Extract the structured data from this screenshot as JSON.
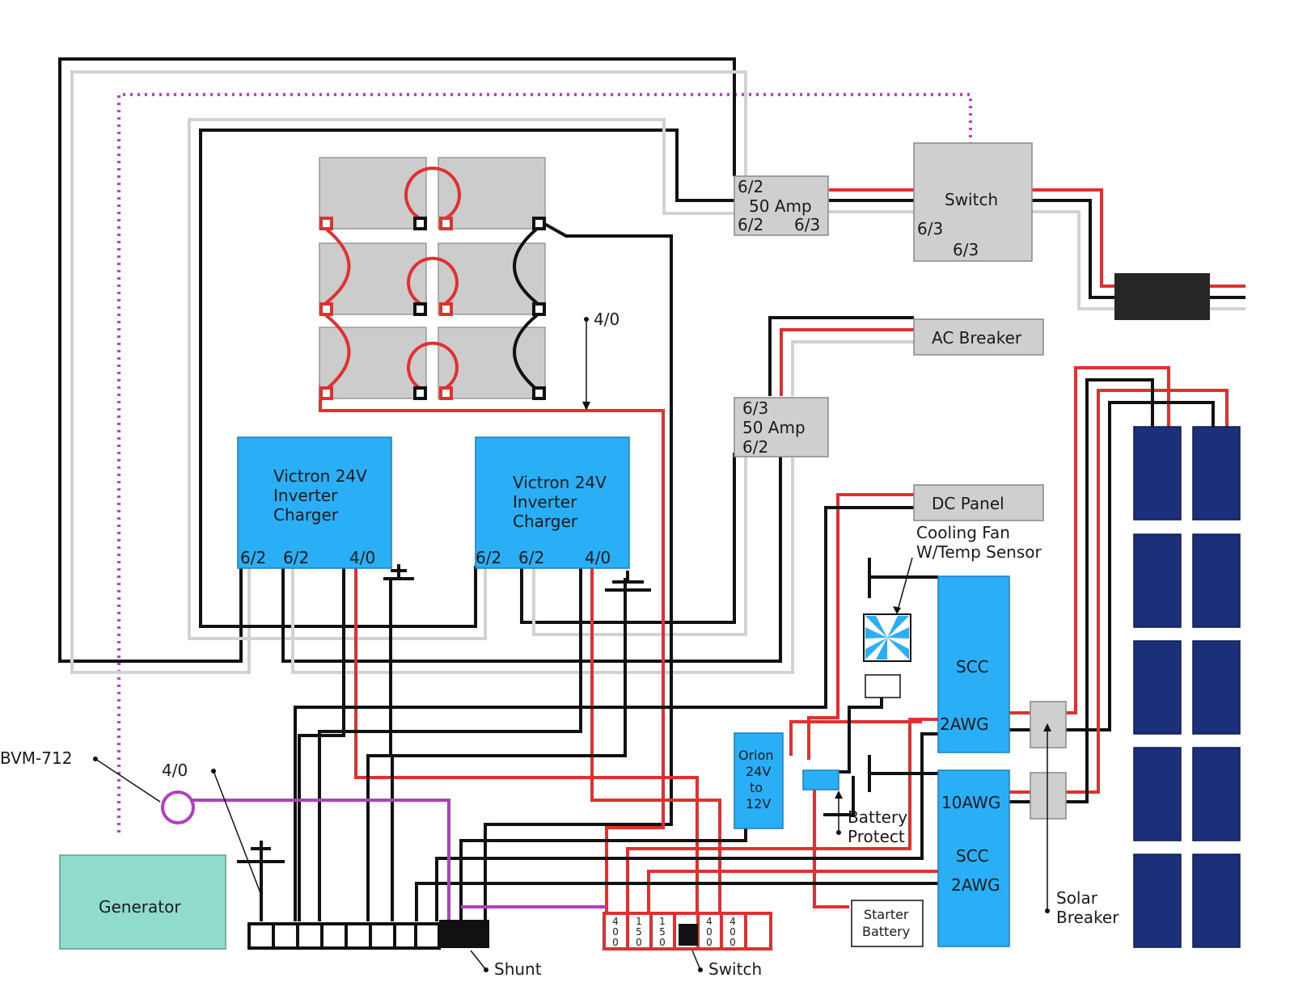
{
  "diagram": {
    "switch_top": {
      "label": "Switch",
      "in_gauge": "6/3",
      "out_gauge": "6/3"
    },
    "breaker_top": {
      "top": "6/2",
      "rating": "50 Amp",
      "left": "6/2",
      "right": "6/3"
    },
    "breaker_mid": {
      "top": "6/3",
      "rating": "50 Amp",
      "bottom": "6/2"
    },
    "ac_breaker": {
      "label": "AC Breaker"
    },
    "dc_panel": {
      "label": "DC Panel"
    },
    "battery_bank": {
      "cable": "4/0"
    },
    "inverter_1": {
      "line1": "Victron 24V",
      "line2": "Inverter",
      "line3": "Charger",
      "port1": "6/2",
      "port2": "6/2",
      "port3": "4/0"
    },
    "inverter_2": {
      "line1": "Victron 24V",
      "line2": "Inverter",
      "line3": "Charger",
      "port1": "6/2",
      "port2": "6/2",
      "port3": "4/0"
    },
    "cooling_fan": {
      "line1": "Cooling Fan",
      "line2": "W/Temp Sensor"
    },
    "scc_1": {
      "label": "SCC",
      "gauge": "2AWG"
    },
    "scc_2": {
      "label": "SCC",
      "gauge_in": "10AWG",
      "gauge_out": "2AWG"
    },
    "orion": {
      "line1": "Orion",
      "line2": "24V",
      "line3": "to",
      "line4": "12V"
    },
    "battery_protect": {
      "line1": "Battery",
      "line2": "Protect"
    },
    "starter_battery": {
      "line1": "Starter",
      "line2": "Battery"
    },
    "solar_breaker": {
      "line1": "Solar",
      "line2": "Breaker"
    },
    "monitor": {
      "label": "BVM-712"
    },
    "main_cable": {
      "label": "4/0"
    },
    "generator": {
      "label": "Generator"
    },
    "shunt": {
      "label": "Shunt"
    },
    "fuse_block": {
      "label": "Switch",
      "fuses": [
        {
          "digits": [
            "4",
            "0",
            "0"
          ]
        },
        {
          "digits": [
            "1",
            "5",
            "0"
          ]
        },
        {
          "digits": [
            "1",
            "5",
            "0"
          ]
        },
        {
          "digits": [
            "4",
            "0",
            "0"
          ]
        },
        {
          "digits": [
            "4",
            "0",
            "0"
          ]
        }
      ]
    }
  },
  "colors": {
    "positive": "#e03030",
    "negative": "#111111",
    "ac_ground": "#d2d2d2",
    "monitor_cable": "#b040c0",
    "component_blue": "#2aaff7",
    "component_gray": "#cfcfcf",
    "solar_panel": "#1c2f7a",
    "generator": "#8fdccb"
  }
}
